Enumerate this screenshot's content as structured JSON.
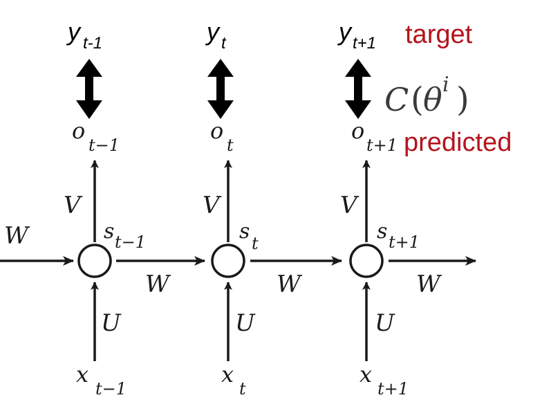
{
  "diagram": {
    "timesteps": [
      {
        "target": {
          "base": "y",
          "sub": "t-1"
        },
        "output": {
          "base": "o",
          "sub": "t−1"
        },
        "state": {
          "base": "s",
          "sub": "t−1"
        },
        "input": {
          "base": "x",
          "sub": "t−1"
        },
        "V": "V",
        "U": "U",
        "W_out": "W"
      },
      {
        "target": {
          "base": "y",
          "sub": "t"
        },
        "output": {
          "base": "o",
          "sub": "t"
        },
        "state": {
          "base": "s",
          "sub": "t"
        },
        "input": {
          "base": "x",
          "sub": "t"
        },
        "V": "V",
        "U": "U",
        "W_out": "W"
      },
      {
        "target": {
          "base": "y",
          "sub": "t+1"
        },
        "output": {
          "base": "o",
          "sub": "t+1"
        },
        "state": {
          "base": "s",
          "sub": "t+1"
        },
        "input": {
          "base": "x",
          "sub": "t+1"
        },
        "V": "V",
        "U": "U",
        "W_out": "W"
      }
    ],
    "incoming_weight": "W",
    "legend": {
      "target_label": "target",
      "predicted_label": "predicted"
    },
    "cost": {
      "function": "C",
      "open_paren": "(",
      "param": "θ",
      "superscript": "i",
      "close_paren": ")"
    },
    "colors": {
      "annotation_red": "#b3141c",
      "ink": "#1a1a1a"
    },
    "icons": {
      "compare": "double-headed-arrow-icon",
      "flow": "arrow-icon",
      "node": "circle-icon"
    }
  }
}
